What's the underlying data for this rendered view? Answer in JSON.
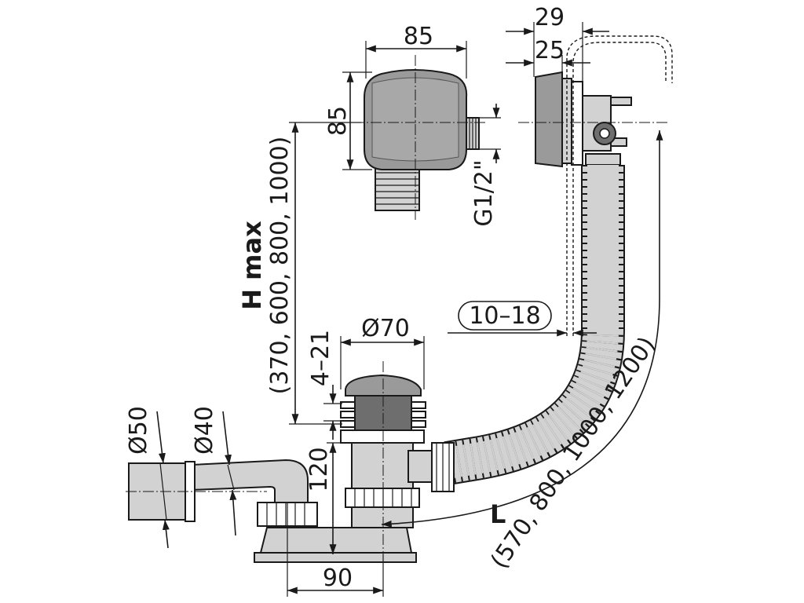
{
  "dimensions": {
    "overflow_width": "85",
    "overflow_height": "85",
    "wall_depth_29": "29",
    "wall_depth_25": "25",
    "thread": "G1/2\"",
    "plate_thickness": "10–18",
    "drain_diameter": "Ø70",
    "drain_adjust": "4–21",
    "outlet_diameter_50": "Ø50",
    "outlet_diameter_40": "Ø40",
    "outlet_height": "120",
    "outlet_offset": "90"
  },
  "labels": {
    "h_max_title": "H max",
    "h_max_values": "(370, 600, 800, 1000)",
    "length_title": "L",
    "length_values": "(570, 800, 1000, 1200)"
  },
  "colors": {
    "line": "#1a1a1a",
    "metal": "#9a9a9a",
    "metal_dark": "#6e6e6e",
    "plastic": "#d2d2d2"
  }
}
